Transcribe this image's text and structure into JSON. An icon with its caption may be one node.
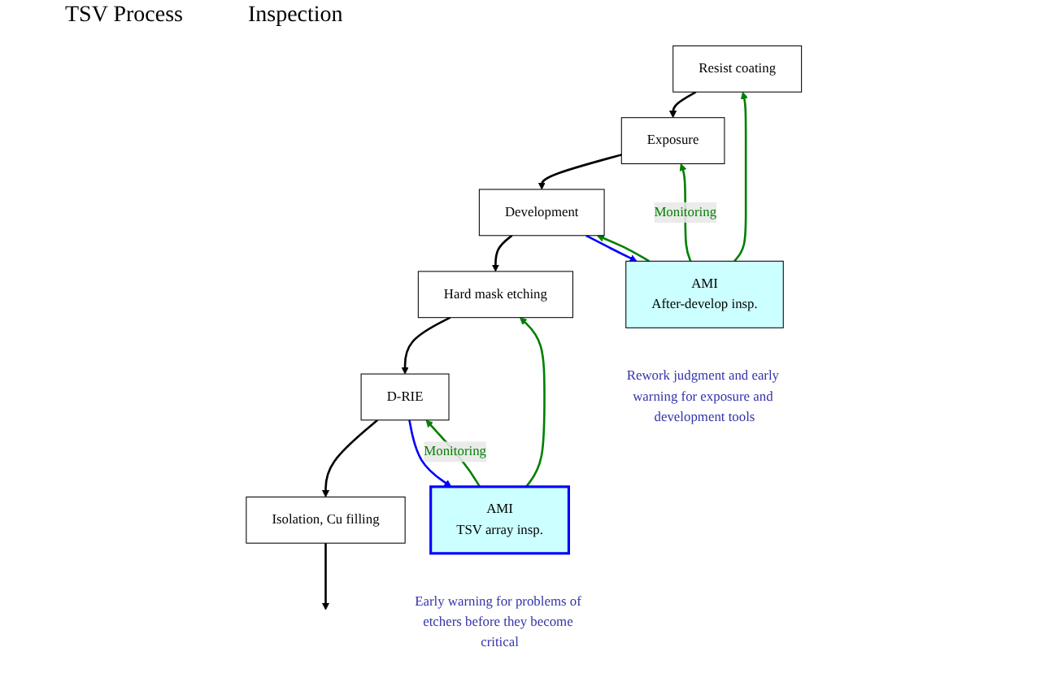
{
  "diagram": {
    "nodes": [
      {
        "text": [
          "Resist coating"
        ]
      },
      {
        "text": [
          "Exposure"
        ]
      },
      {
        "text": [
          "Development"
        ]
      },
      {
        "text": [
          "Hard mask etching"
        ]
      },
      {
        "text": [
          "D-RIE"
        ]
      },
      {
        "text": [
          "Isolation, Cu filling"
        ]
      },
      {
        "text": [
          "AMI",
          "After-develop insp."
        ],
        "beside": [
          "Rework judgment and early warning for exposure and development tools"
        ]
      },
      {
        "text": [
          "AMI",
          "TSV array insp."
        ],
        "beside": [
          "Early warning for problems of etchers before they become critical"
        ]
      }
    ],
    "edges": [
      {
        "from": 0,
        "to": 1,
        "arrow": "to"
      },
      {
        "from": 1,
        "to": 2,
        "arrow": "to"
      },
      {
        "from": 2,
        "to": 3,
        "arrow": "to"
      },
      {
        "from": 2,
        "to": 6,
        "arrow": "to",
        "color": "#0000ff"
      },
      {
        "from": 3,
        "to": 4,
        "arrow": "to"
      },
      {
        "from": 4,
        "to": 5,
        "arrow": "to"
      },
      {
        "from": 4,
        "to": 7,
        "arrow": "to",
        "color": "#0000ff"
      },
      {
        "from": 5,
        "to": null,
        "arrow": "to"
      },
      {
        "from": 6,
        "to": 0,
        "arrow": "to",
        "color": "#008000"
      },
      {
        "from": 6,
        "to": 1,
        "arrow": "to",
        "label": "Monitoring",
        "color": "#008000"
      },
      {
        "from": 6,
        "to": 2,
        "arrow": "to",
        "color": "#008000"
      },
      {
        "from": 7,
        "to": 3,
        "arrow": "to",
        "color": "#008000"
      },
      {
        "from": 7,
        "to": 4,
        "arrow": "to",
        "label": "Monitoring",
        "color": "#008000"
      }
    ],
    "labels": [
      "TSV Process",
      "Inspection"
    ]
  }
}
